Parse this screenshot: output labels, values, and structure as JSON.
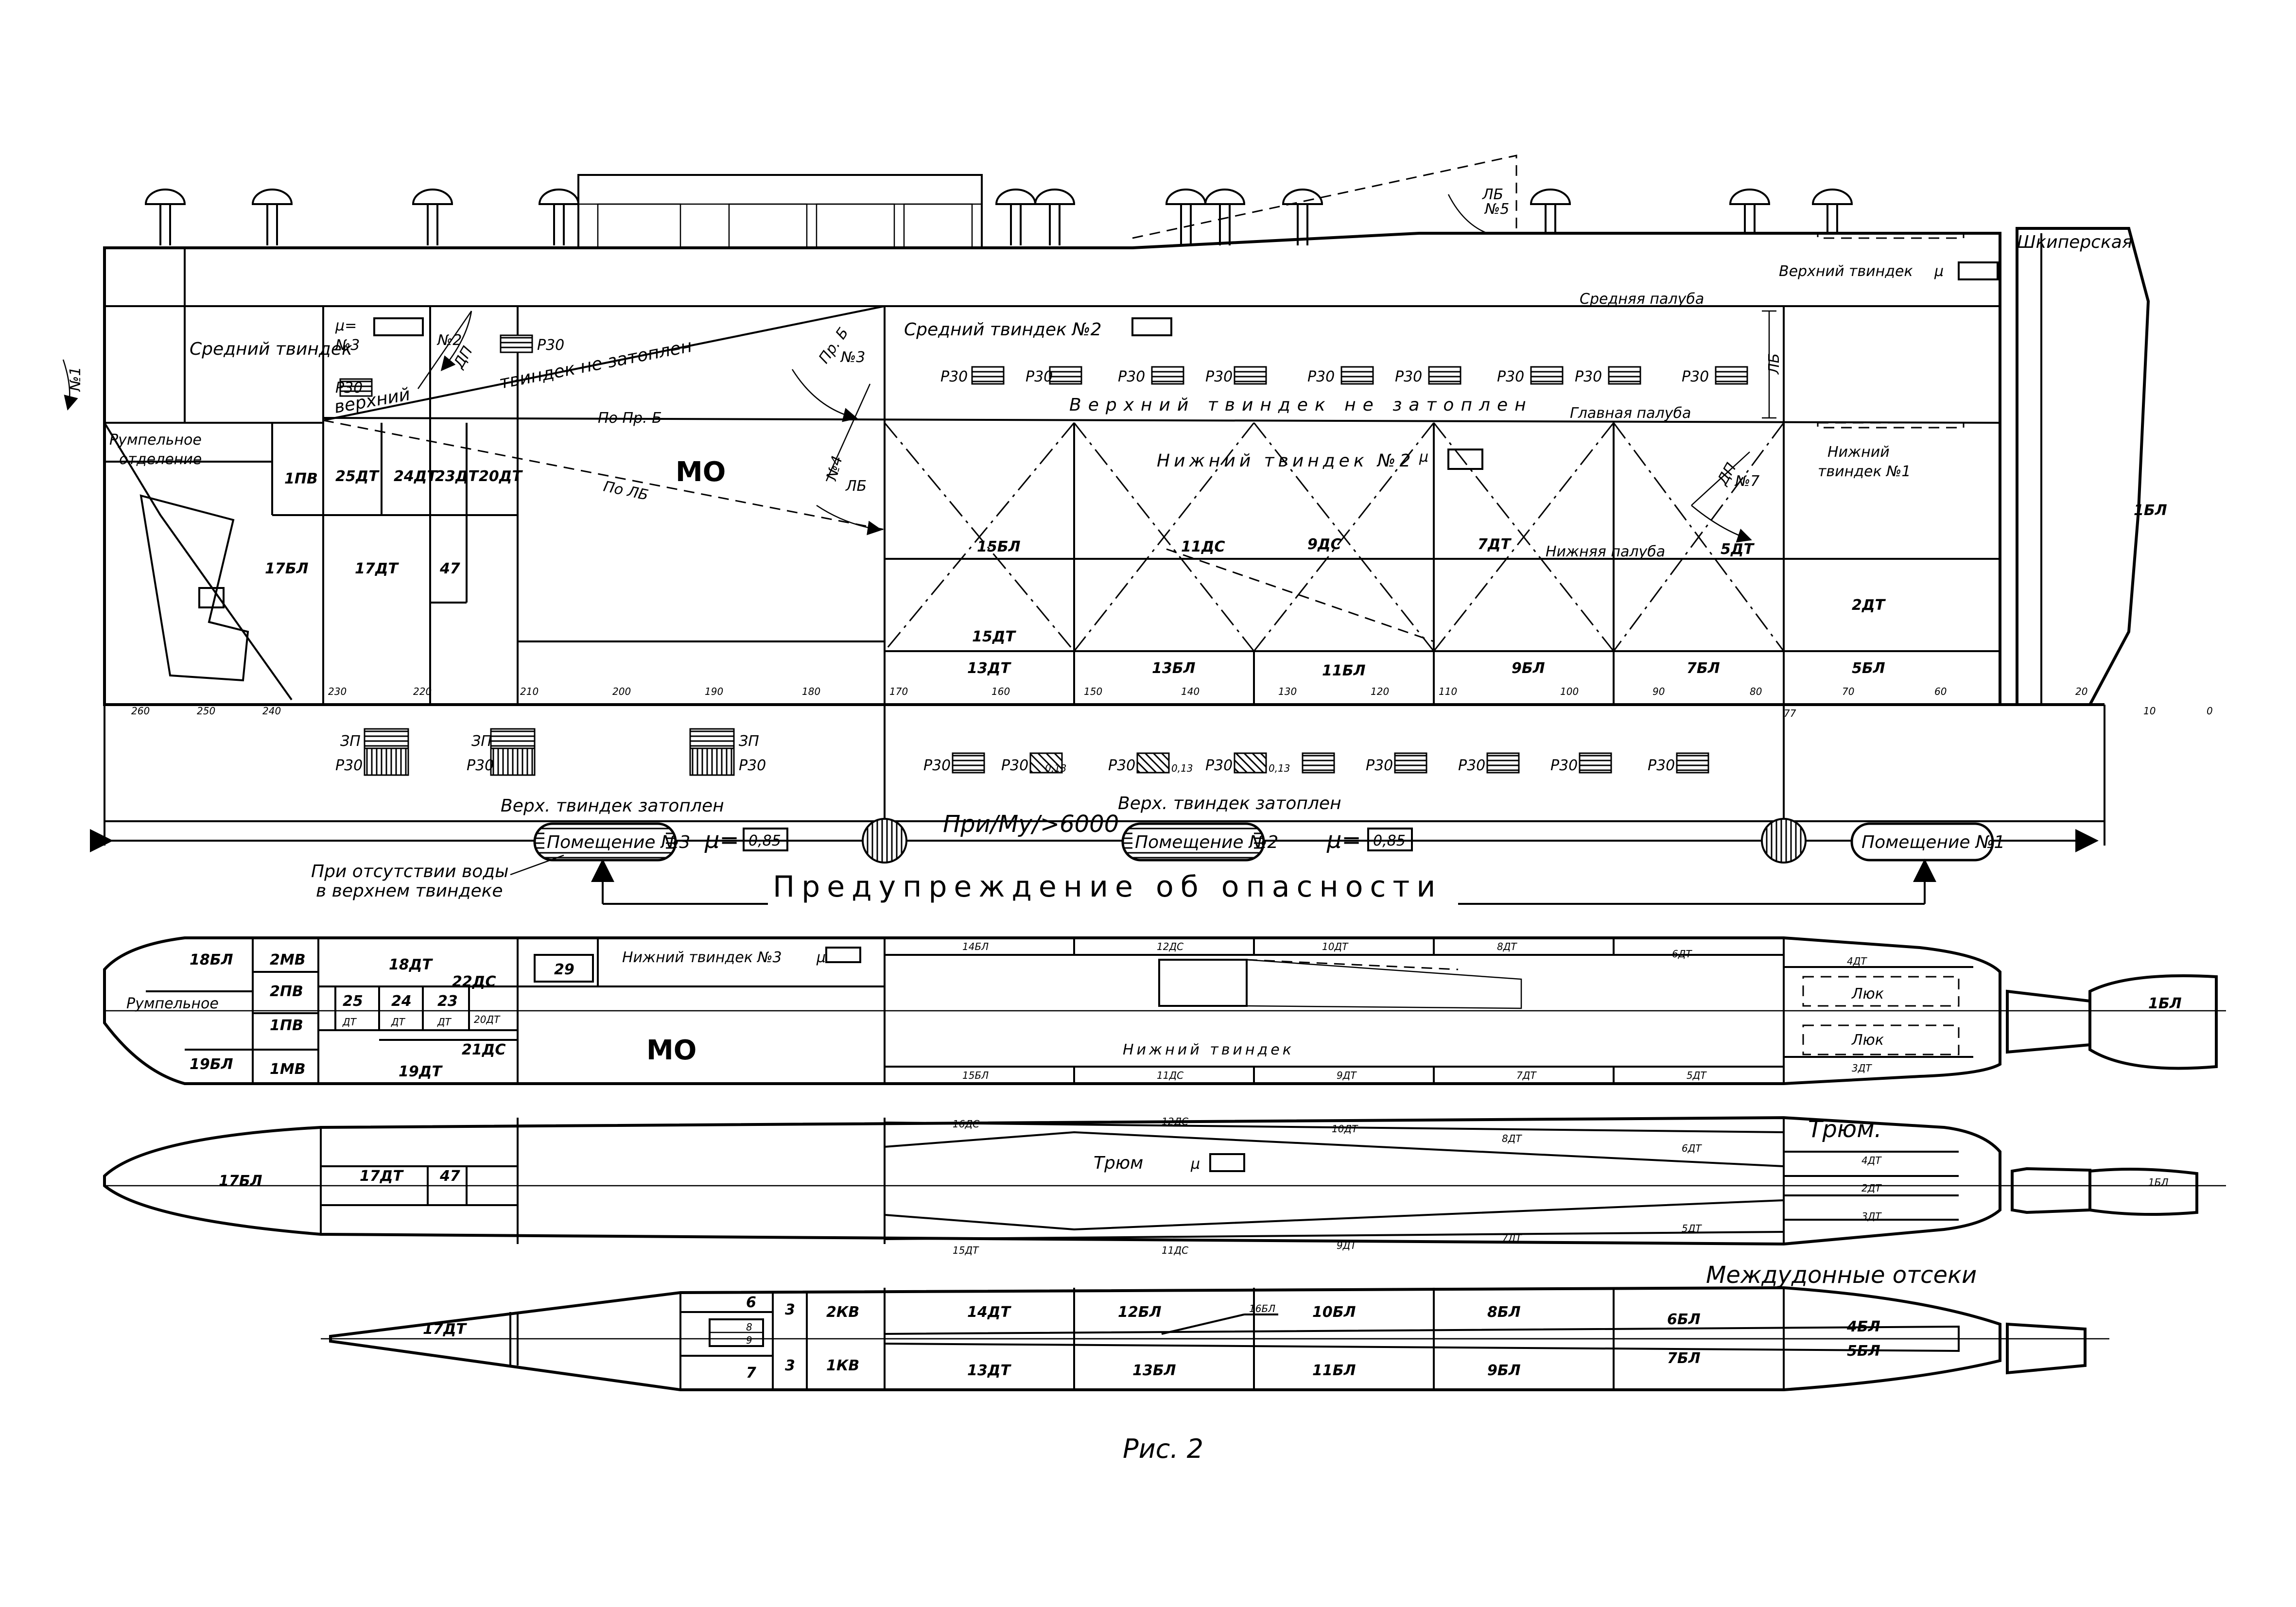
{
  "caption": "Рис. 2",
  "profile": {
    "shkiperskaya": "Шкиперская",
    "verkhniy_tvindek": "Верхний твиндек",
    "srednyaya_paluba": "Средняя палуба",
    "sredniy_tvindek": "Средний твиндек",
    "mu": "μ=",
    "mu_sym": "μ",
    "no3": "№3",
    "no2": "№2",
    "no1": "№1",
    "no5": "№5",
    "no7": "№7",
    "dp": "ДП",
    "lb": "ЛБ",
    "lb_no5": "ЛБ",
    "pr_b": "Пр. Б",
    "no4": "№4",
    "r30": "Р30",
    "verkhniy": "верхний",
    "tvindek_ne_zatoplen_left": "твиндек не затоплен",
    "po_pr_b": "По Пр. Б",
    "po_lb": "По ЛБ",
    "mo": "МО",
    "rumpelnoe1": "Румпельное",
    "rumpelnoe2": "отделение",
    "sredniy_tvindek_2": "Средний твиндек №2",
    "verkhniy_tvindek_ne_zatoplen": "Верхний твиндек не затоплен",
    "glavnaya_paluba": "Главная палуба",
    "nizhniy_tvindek_2": "Нижний твиндек №2",
    "nizhniy_tvindek_1a": "Нижний",
    "nizhniy_tvindek_1b": "твиндек №1",
    "nizhnyaya_paluba": "Нижняя палуба",
    "compartments": {
      "c1pv": "1ПВ",
      "c25dt": "25ДТ",
      "c24dt": "24ДТ",
      "c23dt": "23ДТ",
      "c20dt": "20ДТ",
      "c17bl": "17БЛ",
      "c17dt": "17ДТ",
      "c47": "47",
      "c15bl": "15БЛ",
      "c11ds": "11ДС",
      "c9ds": "9ДС",
      "c7dt": "7ДТ",
      "c5dt": "5ДТ",
      "c15dt": "15ДТ",
      "c2dt": "2ДТ",
      "c1bl": "1БЛ",
      "c13dt": "13ДТ",
      "c13bl": "13БЛ",
      "c11bl": "11БЛ",
      "c9bl": "9БЛ",
      "c7bl": "7БЛ",
      "c5bl": "5БЛ"
    },
    "frames": [
      "260",
      "250",
      "240",
      "230",
      "220",
      "210",
      "200",
      "190",
      "180",
      "170",
      "160",
      "150",
      "140",
      "130",
      "120",
      "110",
      "100",
      "90",
      "80",
      "77",
      "70",
      "60",
      "20",
      "10",
      "0"
    ]
  },
  "legend_row": {
    "zp": "ЗП",
    "r30": "Р30",
    "val_013": "0,13"
  },
  "warning": {
    "verkh_zatoplen_1": "Верх. твиндек затоплен",
    "verkh_zatoplen_2": "Верх. твиндек затоплен",
    "pomeshchenie_3": "Помещение №3",
    "pomeshchenie_2": "Помещение №2",
    "pomeshchenie_1": "Помещение №1",
    "mu_eq": "μ=",
    "val_085a": "0,85",
    "val_085b": "0,85",
    "pri_mu": "При/Mу/>6000",
    "no_water_1": "При отсутствии воды",
    "no_water_2": "в верхнем твиндеке",
    "danger": "Предупреждение об опасности"
  },
  "plan1": {
    "c18bl": "18БЛ",
    "c2mv": "2МВ",
    "c18dt": "18ДТ",
    "c29": "29",
    "nizhniy_tvindek_3": "Нижний твиндек №3",
    "mu": "μ",
    "c14bl": "14БЛ",
    "c12ds": "12ДС",
    "c10dt": "10ДТ",
    "c8dt": "8ДТ",
    "c6dt": "6ДТ",
    "c4dt": "4ДТ",
    "c22ds": "22ДС",
    "rumpelnoe": "Румпельное",
    "c2pv": "2ПВ",
    "c25": "25",
    "c24": "24",
    "c23": "23",
    "dt": "ДТ",
    "c20dt": "20ДТ",
    "c1pv": "1ПВ",
    "c21ds": "21ДС",
    "lyuk1": "Люк",
    "lyuk2": "Люк",
    "c1bl": "1БЛ",
    "c19bl": "19БЛ",
    "c1mv": "1МВ",
    "c19dt": "19ДТ",
    "mo": "МО",
    "nizhniy_tvindek": "Нижний твиндек",
    "c15bl": "15БЛ",
    "c11ds": "11ДС",
    "c9dt": "9ДТ",
    "c7dt": "7ДТ",
    "c5dt": "5ДТ",
    "c3dt": "3ДТ"
  },
  "plan2": {
    "title": "Трюм.",
    "c17bl": "17БЛ",
    "c17dt": "17ДТ",
    "c47": "47",
    "c16ds": "16ДС",
    "c12ds": "12ДС",
    "c10dt": "10ДТ",
    "c8dt": "8ДТ",
    "c6dt": "6ДТ",
    "c4dt": "4ДТ",
    "tryum": "Трюм",
    "mu": "μ",
    "c2dt": "2ДТ",
    "c1bl": "1БЛ",
    "c15dt": "15ДТ",
    "c11ds": "11ДС",
    "c9dt": "9ДТ",
    "c7dt": "7ДТ",
    "c5dt": "5ДТ",
    "c3dt": "3ДТ"
  },
  "plan3": {
    "title": "Междудонные отсеки",
    "c17dt": "17ДТ",
    "c6": "6",
    "c8": "8",
    "c9": "9",
    "c7": "7",
    "c3a": "3",
    "c3b": "3",
    "c2kv": "2КВ",
    "c1kv": "1КВ",
    "c14dt": "14ДТ",
    "c12bl": "12БЛ",
    "c16bl": "16БЛ",
    "c10bl": "10БЛ",
    "c8bl": "8БЛ",
    "c6bl": "6БЛ",
    "c4bl": "4БЛ",
    "c13dt": "13ДТ",
    "c13bl": "13БЛ",
    "c11bl": "11БЛ",
    "c9bl": "9БЛ",
    "c7bl": "7БЛ",
    "c5bl": "5БЛ"
  }
}
